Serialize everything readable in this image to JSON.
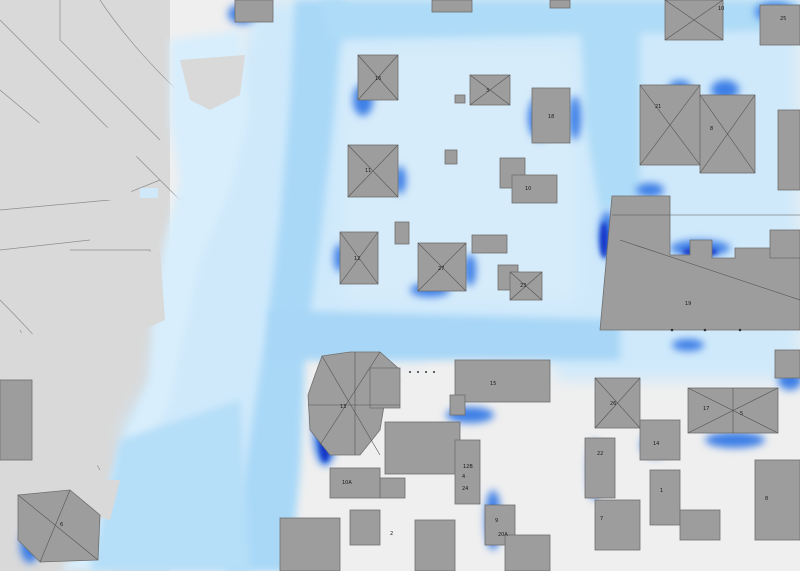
{
  "map": {
    "title": "",
    "theme": "flood-depth-overlay",
    "colors": {
      "background": "#d9d9d9",
      "ground": "#efefef",
      "building": "#9d9d9d",
      "water_shallow": "#d6ecfb",
      "water_medium": "#9fd2f5",
      "water_deep": "#3f8fe8",
      "water_deepest": "#1339c9"
    },
    "building_labels": [
      "16",
      "3",
      "18",
      "11",
      "10",
      "12",
      "27",
      "23",
      "21",
      "8",
      "19",
      "13",
      "15",
      "26",
      "5",
      "17",
      "22",
      "4",
      "24",
      "2",
      "9",
      "10A",
      "10",
      "12B",
      "6",
      "20A",
      "14",
      "8",
      "7",
      "1",
      "25"
    ]
  }
}
